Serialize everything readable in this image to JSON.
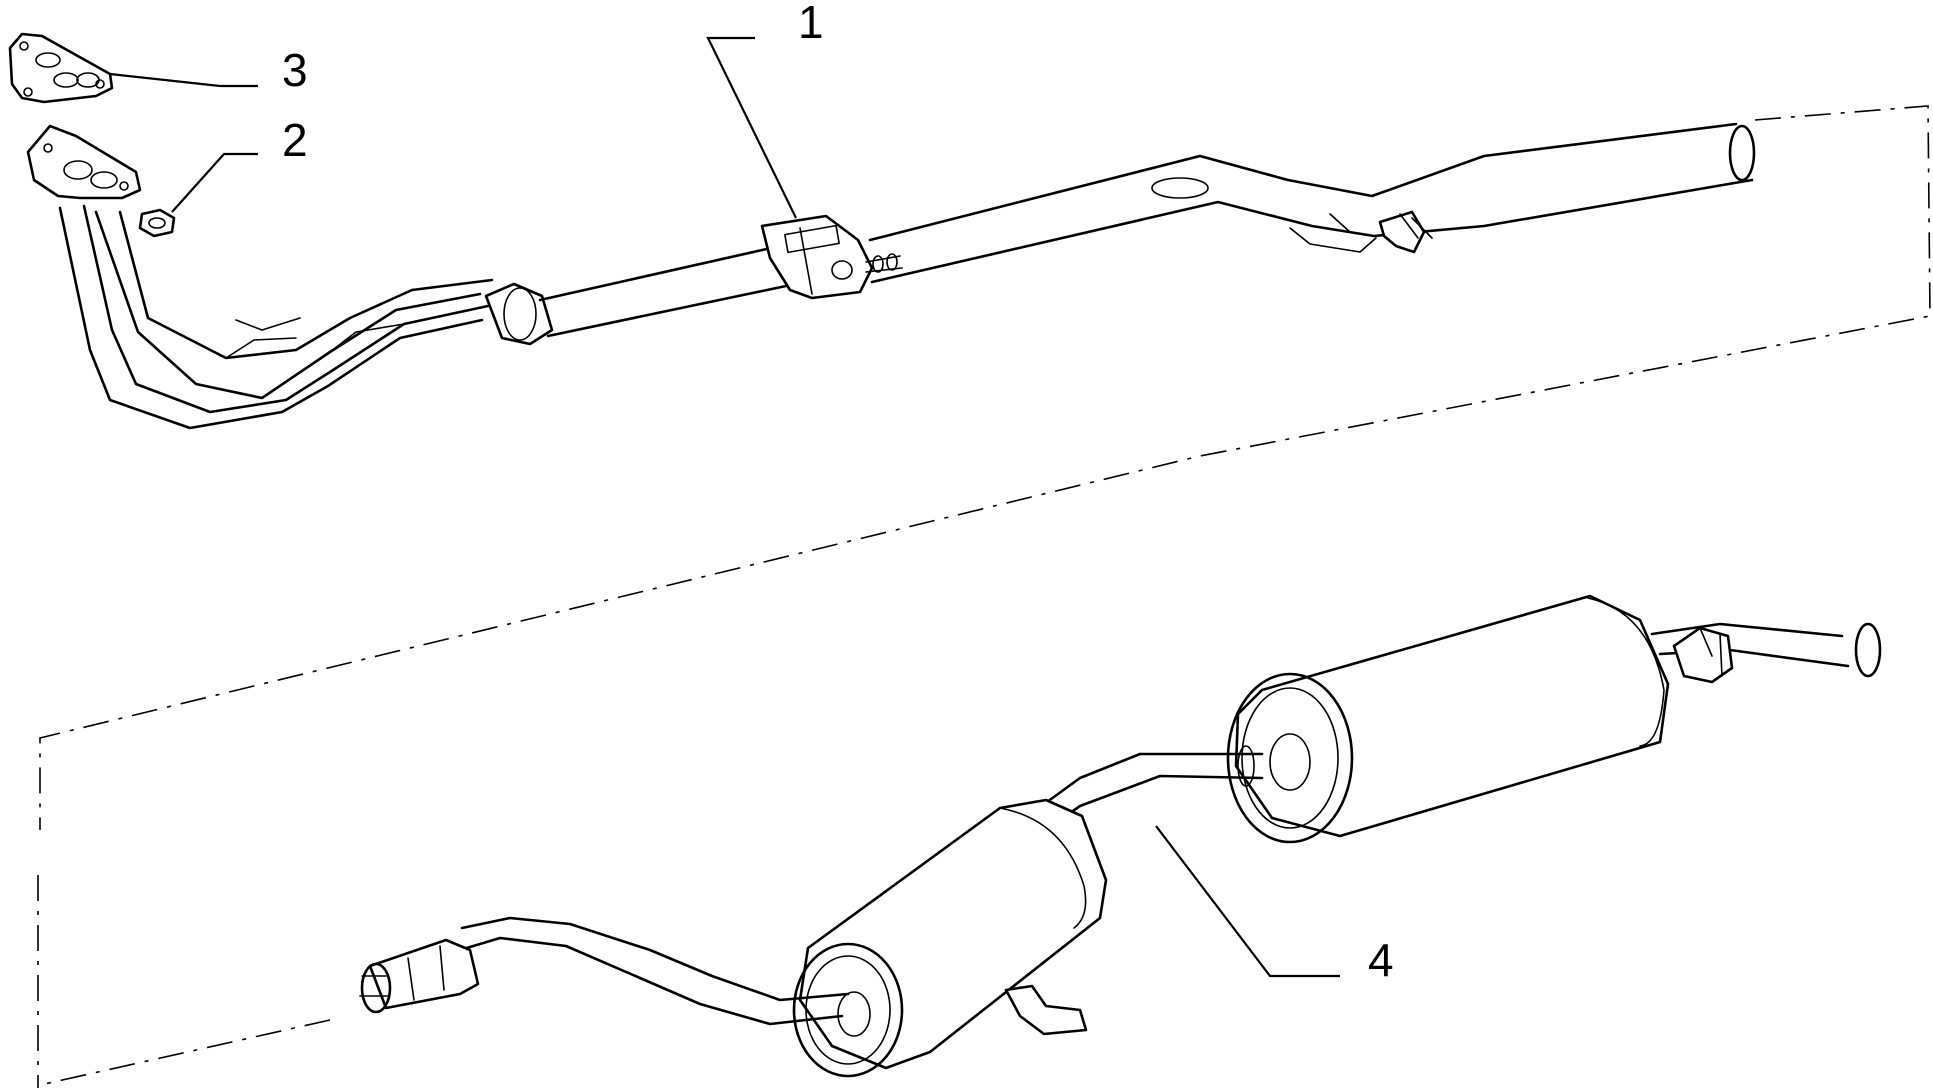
{
  "diagram": {
    "callouts": [
      {
        "id": "1",
        "text": "1",
        "part": "front-exhaust-pipe"
      },
      {
        "id": "2",
        "text": "2",
        "part": "nut"
      },
      {
        "id": "3",
        "text": "3",
        "part": "manifold-gasket"
      },
      {
        "id": "4",
        "text": "4",
        "part": "rear-silencer-assembly"
      }
    ],
    "colors": {
      "line": "#000000",
      "background": "#ffffff"
    }
  }
}
